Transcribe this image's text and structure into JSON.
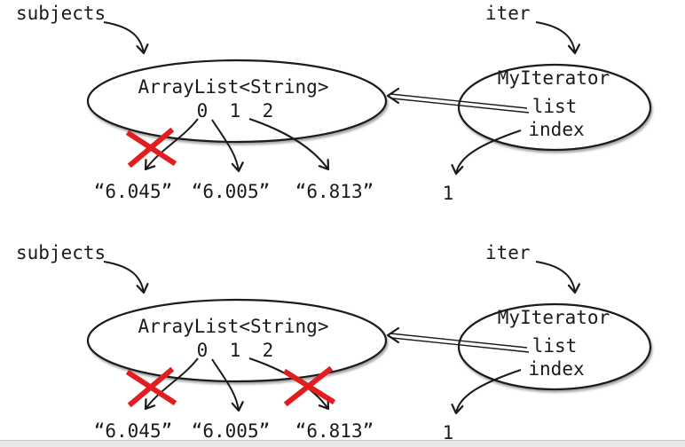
{
  "colors": {
    "ink": "#1a1a1a",
    "cross_red": "#e21d1f",
    "bottom_bar_fill": "#e9e9e9",
    "bottom_bar_edge": "#c3c7cd"
  },
  "diagrams": [
    {
      "variable_label": "subjects",
      "iterator_pointer_label": "iter",
      "arraylist": {
        "type_label": "ArrayList<String>",
        "indices": [
          "0",
          "1",
          "2"
        ],
        "elements": [
          "“6.045”",
          "“6.005”",
          "“6.813”"
        ],
        "crossed_out_arrows": [
          0
        ]
      },
      "iterator": {
        "type_label": "MyIterator",
        "field_list_label": "list",
        "field_index_label": "index",
        "index_value": "1"
      }
    },
    {
      "variable_label": "subjects",
      "iterator_pointer_label": "iter",
      "arraylist": {
        "type_label": "ArrayList<String>",
        "indices": [
          "0",
          "1",
          "2"
        ],
        "elements": [
          "“6.045”",
          "“6.005”",
          "“6.813”"
        ],
        "crossed_out_arrows": [
          0,
          2
        ]
      },
      "iterator": {
        "type_label": "MyIterator",
        "field_list_label": "list",
        "field_index_label": "index",
        "index_value": "1"
      }
    }
  ]
}
